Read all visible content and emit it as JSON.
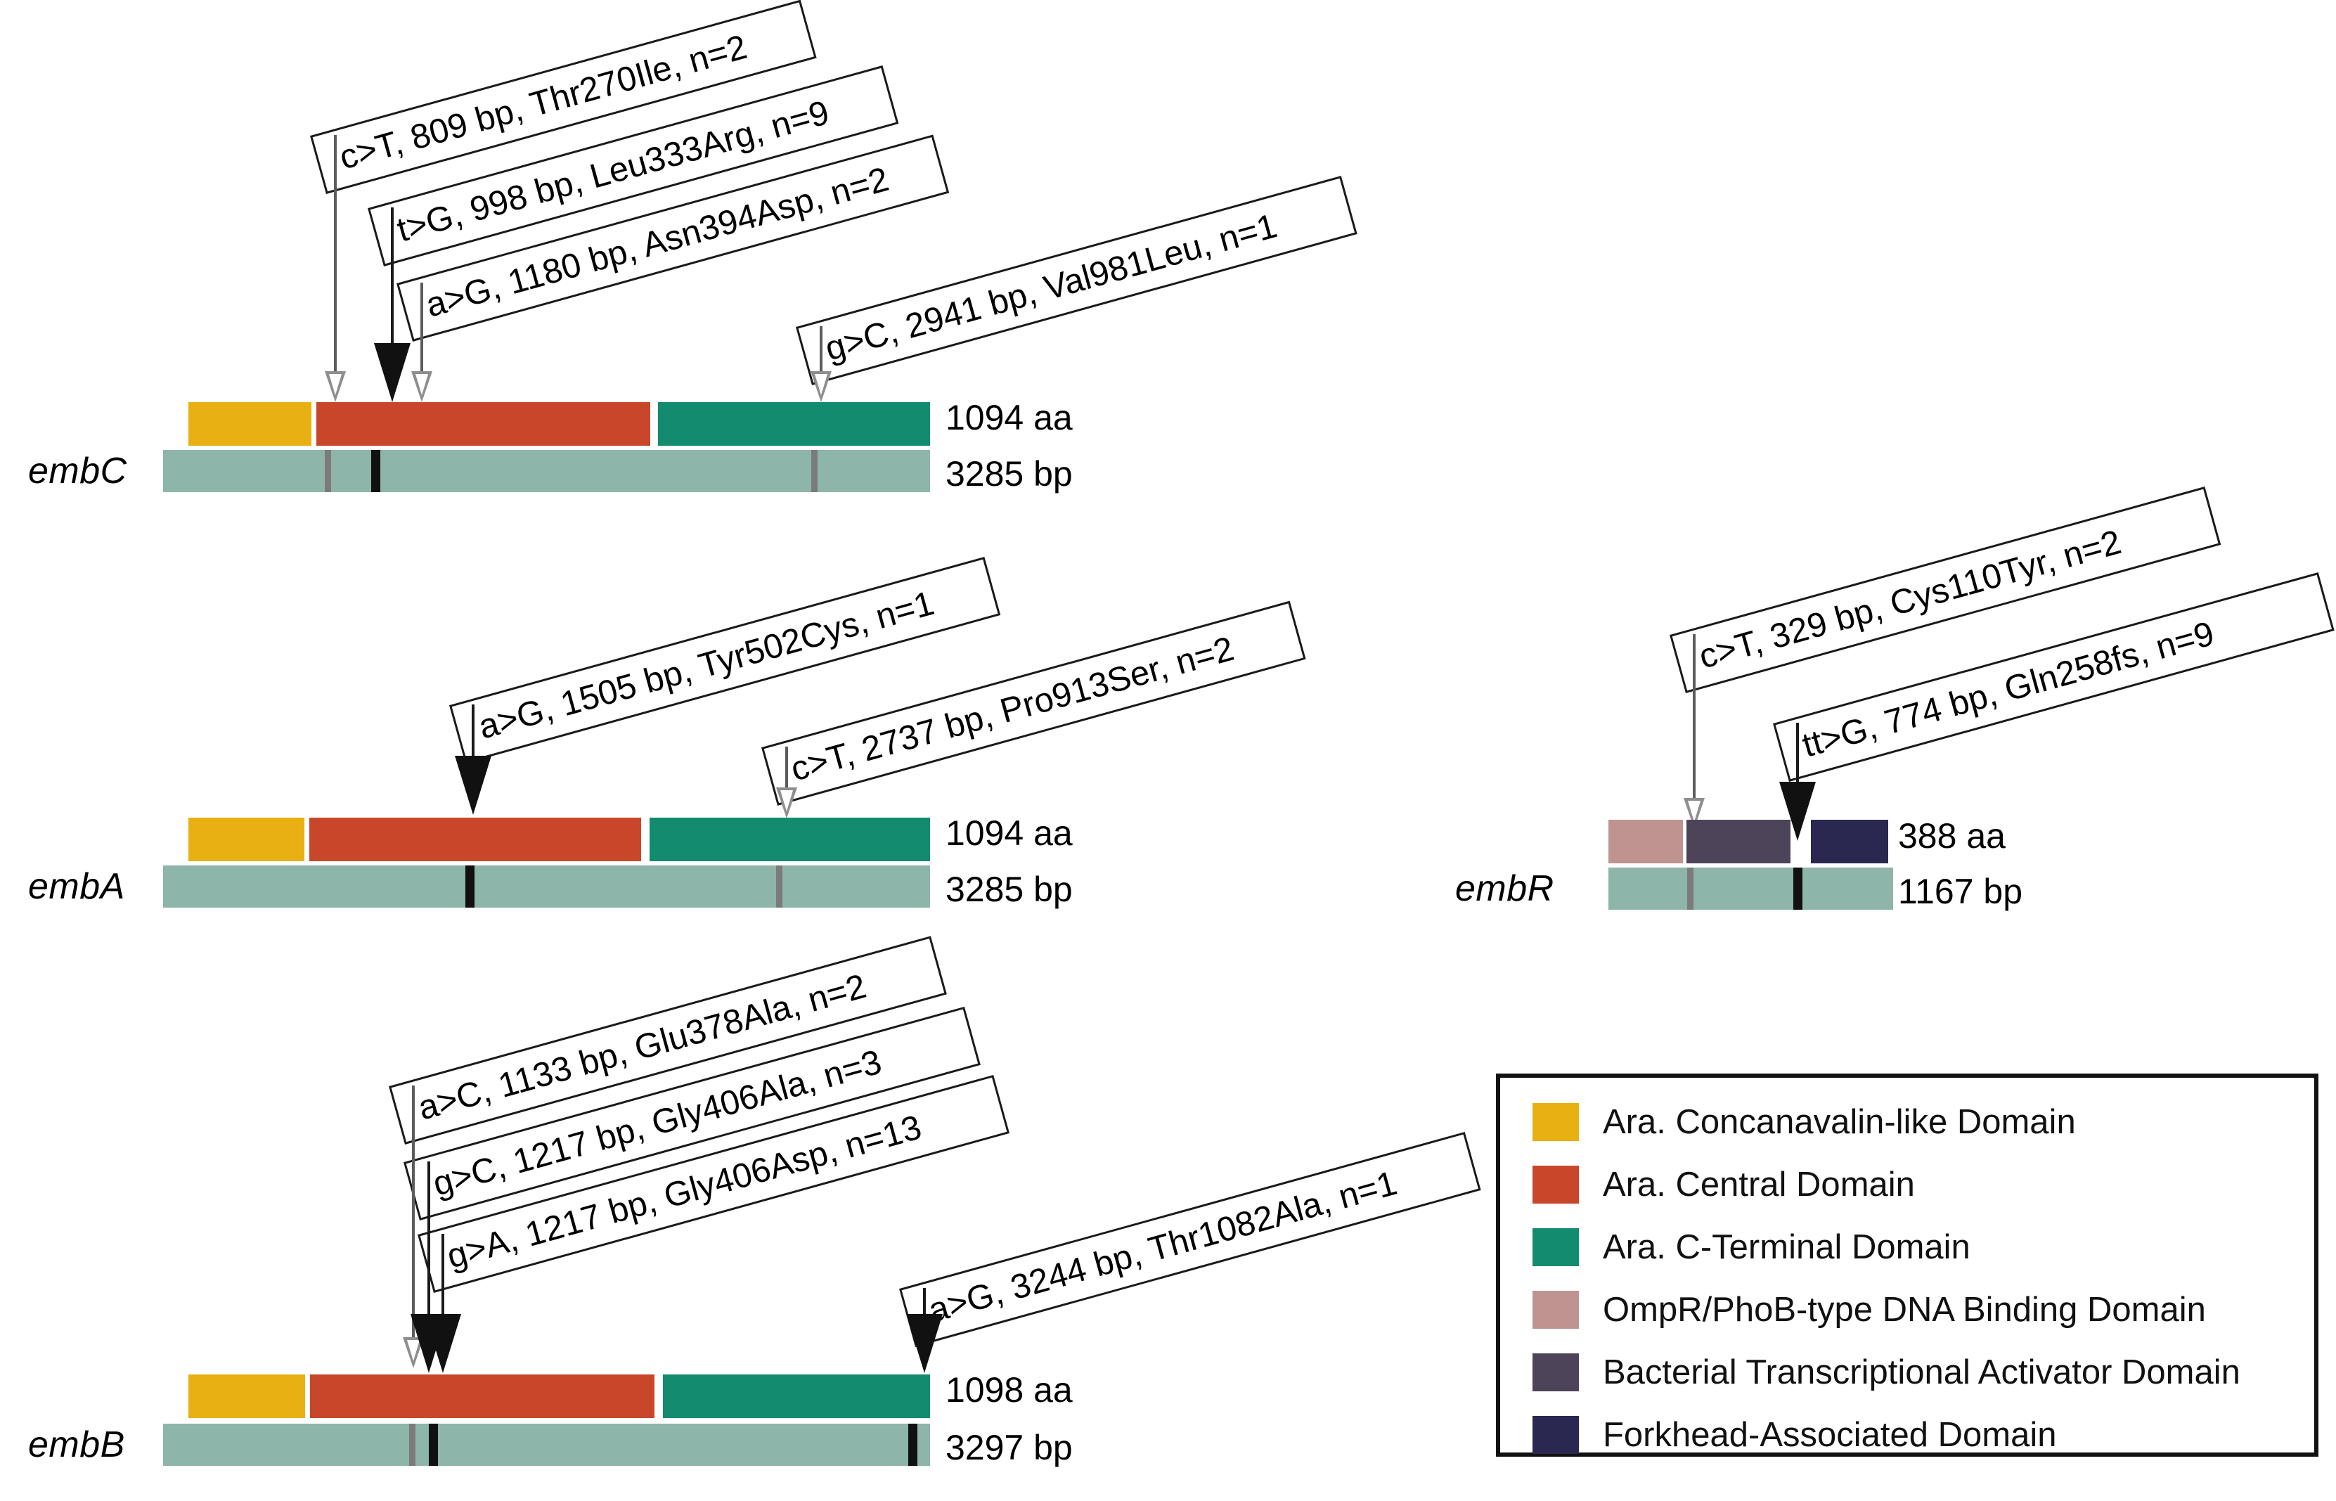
{
  "figure": {
    "type": "gene-domain-mutation-diagram",
    "background": "#ffffff"
  },
  "colors": {
    "ara_concanavalin": "#E8B013",
    "ara_central": "#C8472B",
    "ara_cterminal": "#128B6E",
    "ompr_phob": "#BE9390",
    "bacterial_activator": "#4D4459",
    "forkhead": "#2A2750",
    "gene_track": "#8DB5A9",
    "tick_open": "#7b7b7b",
    "tick_solid": "#111111",
    "box_border": "#1a1a1a",
    "text": "#000000"
  },
  "genes": [
    {
      "id": "embC",
      "name": "embC",
      "protein_length": "1094 aa",
      "gene_length": "3285 bp",
      "domains": [
        {
          "name": "Ara. Concanavalin-like Domain",
          "color_key": "ara_concanavalin"
        },
        {
          "name": "Ara. Central Domain",
          "color_key": "ara_central"
        },
        {
          "name": "Ara. C-Terminal Domain",
          "color_key": "ara_cterminal"
        }
      ],
      "mutations": [
        {
          "label": "c>T, 809 bp, Thr270Ile, n=2",
          "nt_change": "c>T",
          "position_bp": 809,
          "aa_change": "Thr270Ile",
          "n": 2,
          "marker": "open"
        },
        {
          "label": "t>G, 998 bp, Leu333Arg, n=9",
          "nt_change": "t>G",
          "position_bp": 998,
          "aa_change": "Leu333Arg",
          "n": 9,
          "marker": "solid"
        },
        {
          "label": "a>G, 1180 bp, Asn394Asp, n=2",
          "nt_change": "a>G",
          "position_bp": 1180,
          "aa_change": "Asn394Asp",
          "n": 2,
          "marker": "open"
        },
        {
          "label": "g>C, 2941 bp, Val981Leu, n=1",
          "nt_change": "g>C",
          "position_bp": 2941,
          "aa_change": "Val981Leu",
          "n": 1,
          "marker": "open"
        }
      ]
    },
    {
      "id": "embA",
      "name": "embA",
      "protein_length": "1094 aa",
      "gene_length": "3285 bp",
      "domains": [
        {
          "name": "Ara. Concanavalin-like Domain",
          "color_key": "ara_concanavalin"
        },
        {
          "name": "Ara. Central Domain",
          "color_key": "ara_central"
        },
        {
          "name": "Ara. C-Terminal Domain",
          "color_key": "ara_cterminal"
        }
      ],
      "mutations": [
        {
          "label": "a>G, 1505 bp, Tyr502Cys, n=1",
          "nt_change": "a>G",
          "position_bp": 1505,
          "aa_change": "Tyr502Cys",
          "n": 1,
          "marker": "solid"
        },
        {
          "label": "c>T, 2737 bp, Pro913Ser, n=2",
          "nt_change": "c>T",
          "position_bp": 2737,
          "aa_change": "Pro913Ser",
          "n": 2,
          "marker": "open"
        }
      ]
    },
    {
      "id": "embB",
      "name": "embB",
      "protein_length": "1098 aa",
      "gene_length": "3297 bp",
      "domains": [
        {
          "name": "Ara. Concanavalin-like Domain",
          "color_key": "ara_concanavalin"
        },
        {
          "name": "Ara. Central Domain",
          "color_key": "ara_central"
        },
        {
          "name": "Ara. C-Terminal Domain",
          "color_key": "ara_cterminal"
        }
      ],
      "mutations": [
        {
          "label": "a>C, 1133 bp, Glu378Ala, n=2",
          "nt_change": "a>C",
          "position_bp": 1133,
          "aa_change": "Glu378Ala",
          "n": 2,
          "marker": "open"
        },
        {
          "label": "g>C, 1217 bp, Gly406Ala, n=3",
          "nt_change": "g>C",
          "position_bp": 1217,
          "aa_change": "Gly406Ala",
          "n": 3,
          "marker": "solid"
        },
        {
          "label": "g>A, 1217 bp, Gly406Asp, n=13",
          "nt_change": "g>A",
          "position_bp": 1217,
          "aa_change": "Gly406Asp",
          "n": 13,
          "marker": "solid"
        },
        {
          "label": "a>G, 3244 bp, Thr1082Ala, n=1",
          "nt_change": "a>G",
          "position_bp": 3244,
          "aa_change": "Thr1082Ala",
          "n": 1,
          "marker": "solid"
        }
      ]
    },
    {
      "id": "embR",
      "name": "embR",
      "protein_length": "388 aa",
      "gene_length": "1167 bp",
      "domains": [
        {
          "name": "OmpR/PhoB-type DNA Binding Domain",
          "color_key": "ompr_phob"
        },
        {
          "name": "Bacterial Transcriptional Activator Domain",
          "color_key": "bacterial_activator"
        },
        {
          "name": "Forkhead-Associated Domain",
          "color_key": "forkhead"
        }
      ],
      "mutations": [
        {
          "label": "c>T, 329 bp, Cys110Tyr, n=2",
          "nt_change": "c>T",
          "position_bp": 329,
          "aa_change": "Cys110Tyr",
          "n": 2,
          "marker": "open"
        },
        {
          "label": "tt>G, 774 bp, Gln258fs, n=9",
          "nt_change": "tt>G",
          "position_bp": 774,
          "aa_change": "Gln258fs",
          "n": 9,
          "marker": "solid"
        }
      ]
    }
  ],
  "legend": {
    "items": [
      {
        "label": "Ara. Concanavalin-like Domain",
        "color": "#E8B013"
      },
      {
        "label": "Ara. Central Domain",
        "color": "#C8472B"
      },
      {
        "label": "Ara. C-Terminal Domain",
        "color": "#128B6E"
      },
      {
        "label": "OmpR/PhoB-type DNA Binding Domain",
        "color": "#BE9390"
      },
      {
        "label": "Bacterial Transcriptional Activator Domain",
        "color": "#4D4459"
      },
      {
        "label": "Forkhead-Associated Domain",
        "color": "#2A2750"
      }
    ]
  }
}
